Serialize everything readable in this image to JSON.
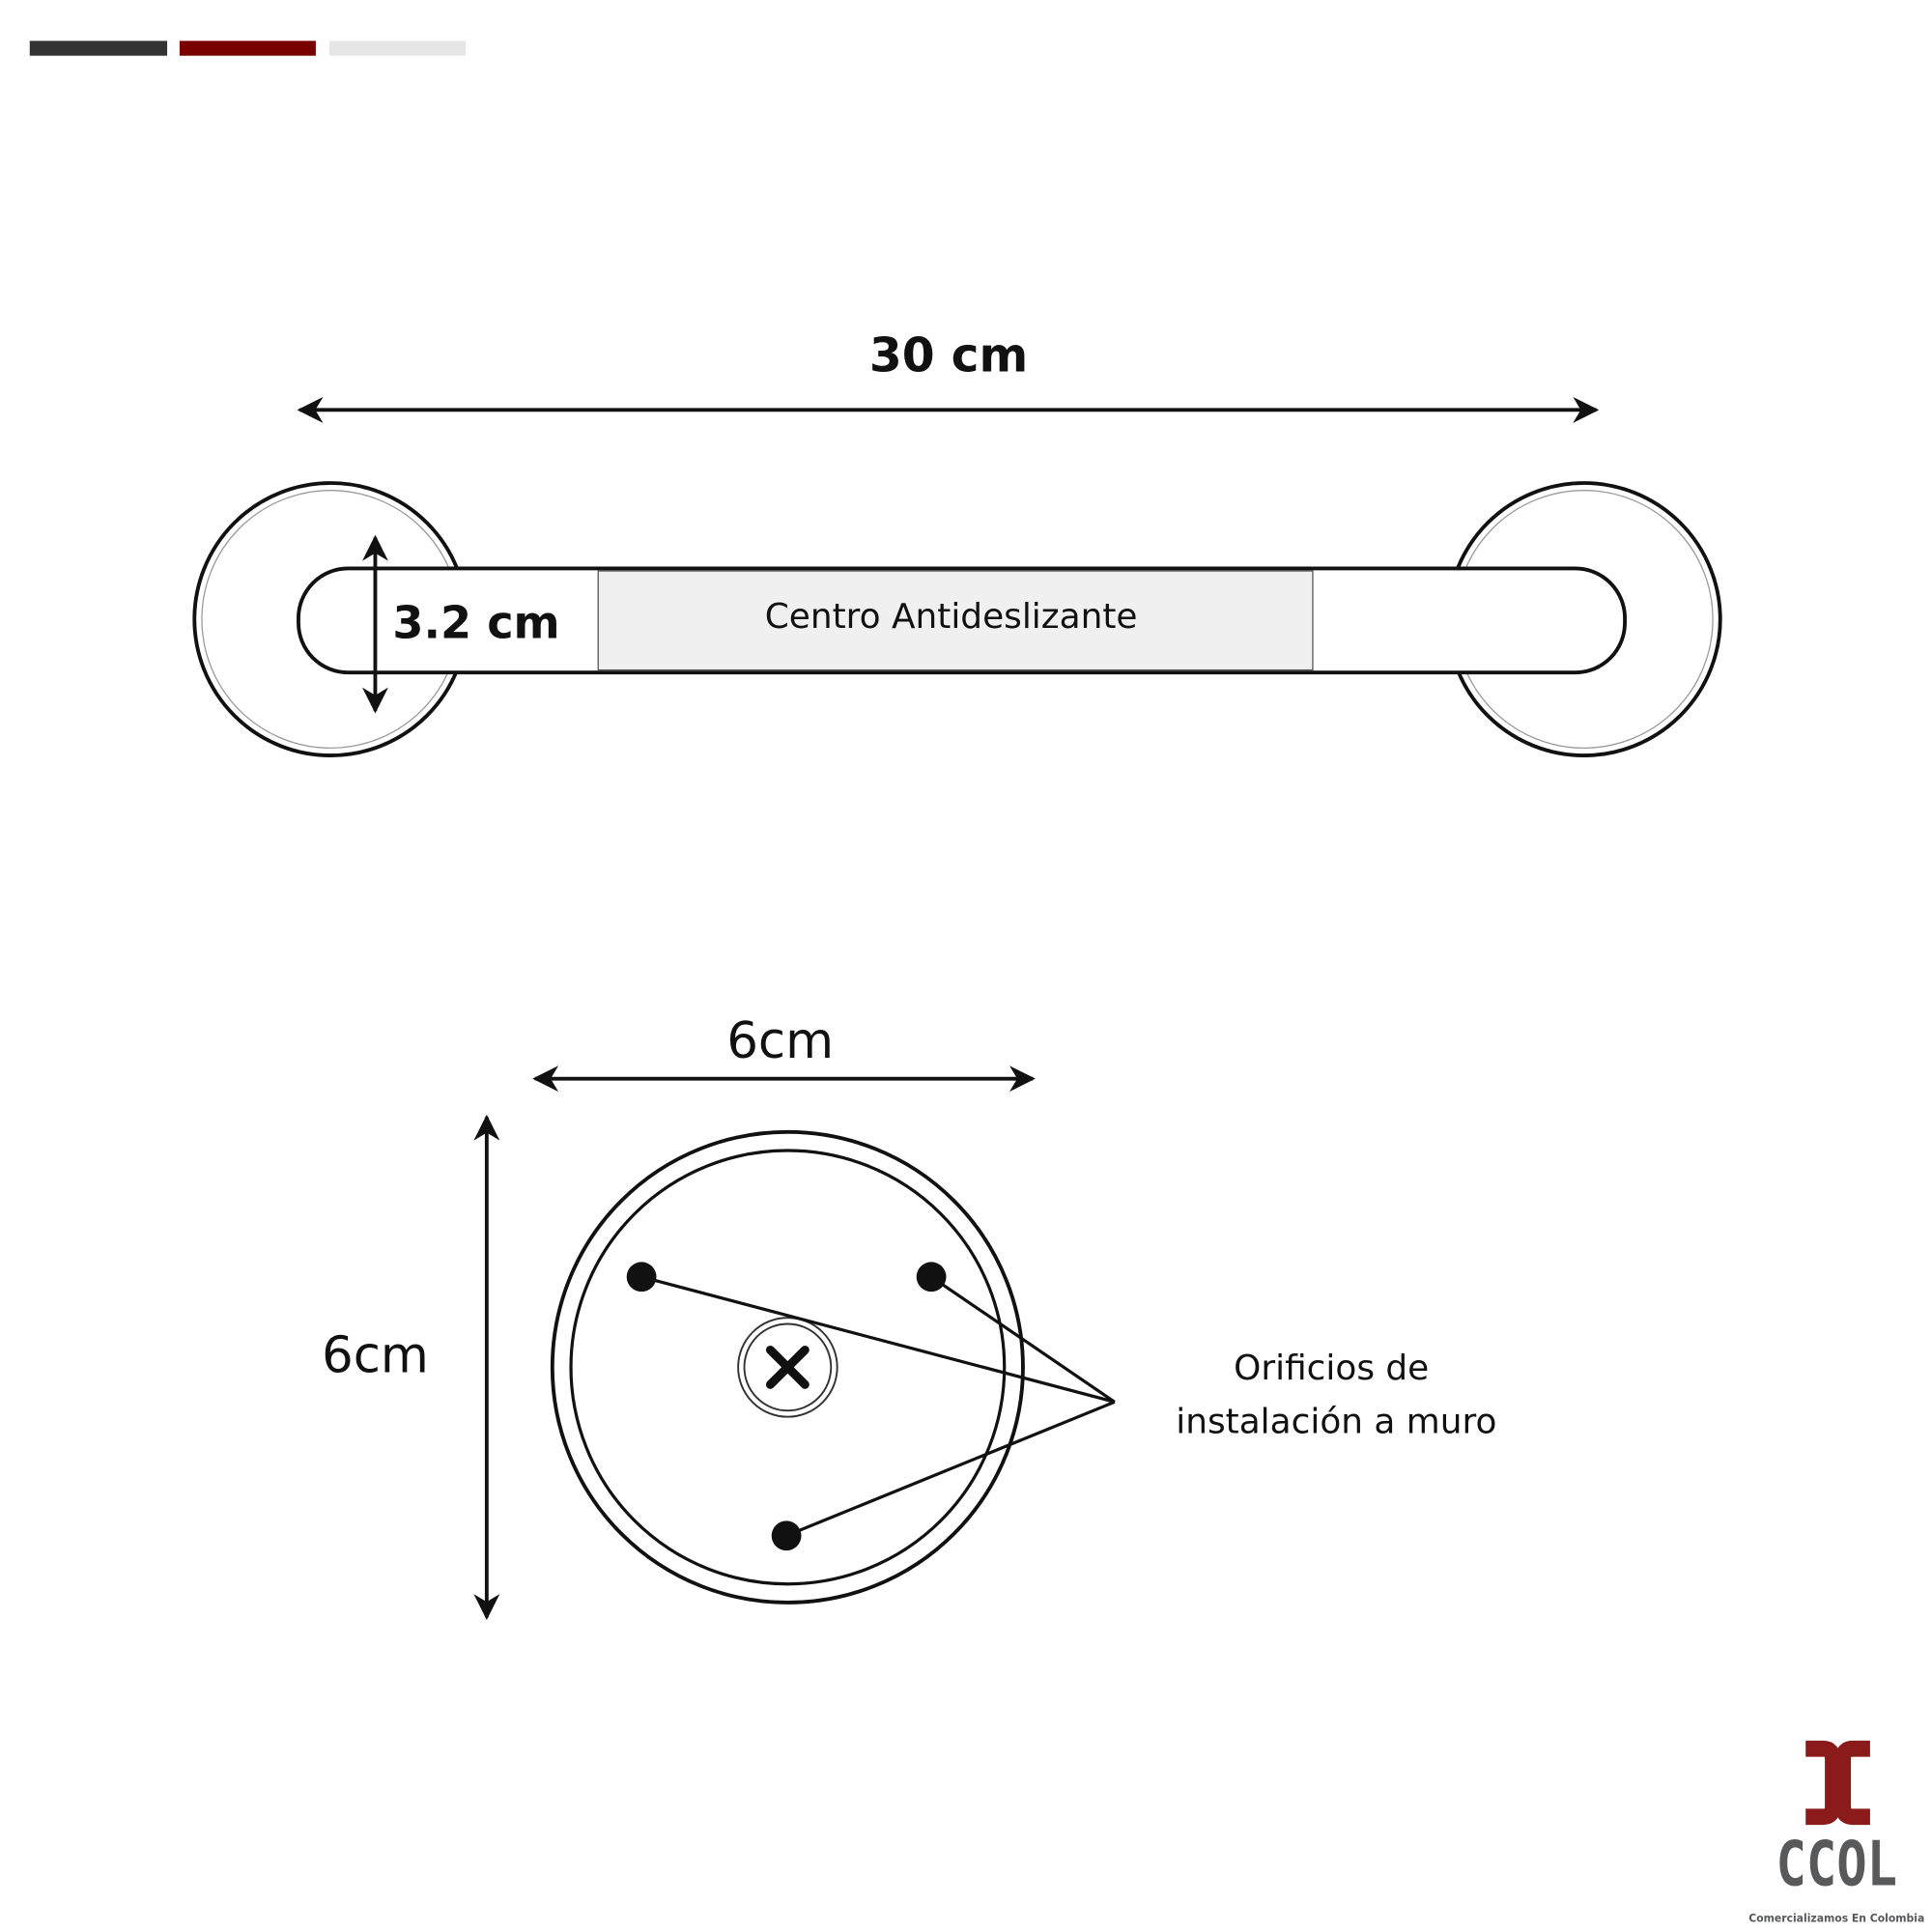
{
  "header_bars": {
    "colors": [
      "#333333",
      "#7a0000",
      "#e6e6e6"
    ]
  },
  "bar_view": {
    "length_label": "30 cm",
    "diameter_label": "3.2 cm",
    "grip_label": "Centro Antideslizante",
    "grip_color": "#f0f0f0"
  },
  "flange_view": {
    "width_label": "6cm",
    "height_label": "6cm",
    "holes_label_line1": "Orificios de",
    "holes_label_line2": "instalación a muro"
  },
  "logo": {
    "mark": "CC",
    "name": "CCOL",
    "tagline": "Comercializamos En Colombia",
    "mark_color": "#8b1a1a",
    "name_color": "#58595b"
  }
}
